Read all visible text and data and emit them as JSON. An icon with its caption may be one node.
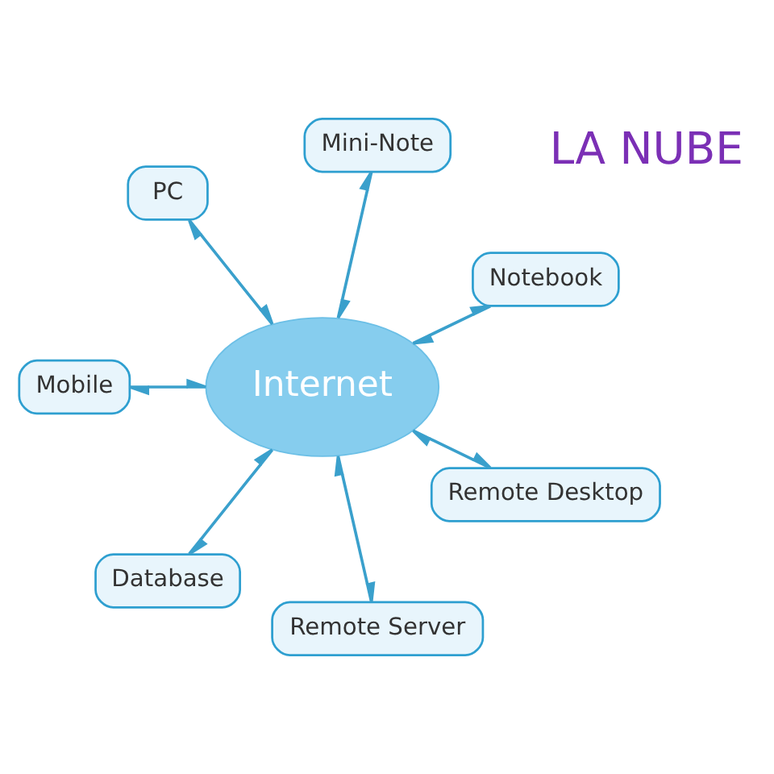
{
  "diagram": {
    "nodes": [
      {
        "text": [
          "PC"
        ]
      },
      {
        "text": [
          "Mini-Note"
        ]
      },
      {
        "text": [
          "Internet"
        ]
      },
      {
        "text": [
          "Mobile"
        ]
      },
      {
        "text": [
          "Notebook"
        ]
      },
      {
        "text": [
          "Database"
        ]
      },
      {
        "text": [
          "Remote Desktop"
        ]
      },
      {
        "text": [
          "Remote Server"
        ]
      }
    ],
    "edges": [
      {
        "from": 2,
        "to": 0,
        "arrow": "both"
      },
      {
        "from": 2,
        "to": 1,
        "arrow": "both"
      },
      {
        "from": 2,
        "to": 4,
        "arrow": "both"
      },
      {
        "from": 2,
        "to": 6,
        "arrow": "both"
      },
      {
        "from": 2,
        "to": 7,
        "arrow": "both"
      },
      {
        "from": 2,
        "to": 5,
        "arrow": "both"
      },
      {
        "from": 2,
        "to": 3,
        "arrow": "both"
      }
    ],
    "labels": [
      "LA NUBE"
    ]
  }
}
